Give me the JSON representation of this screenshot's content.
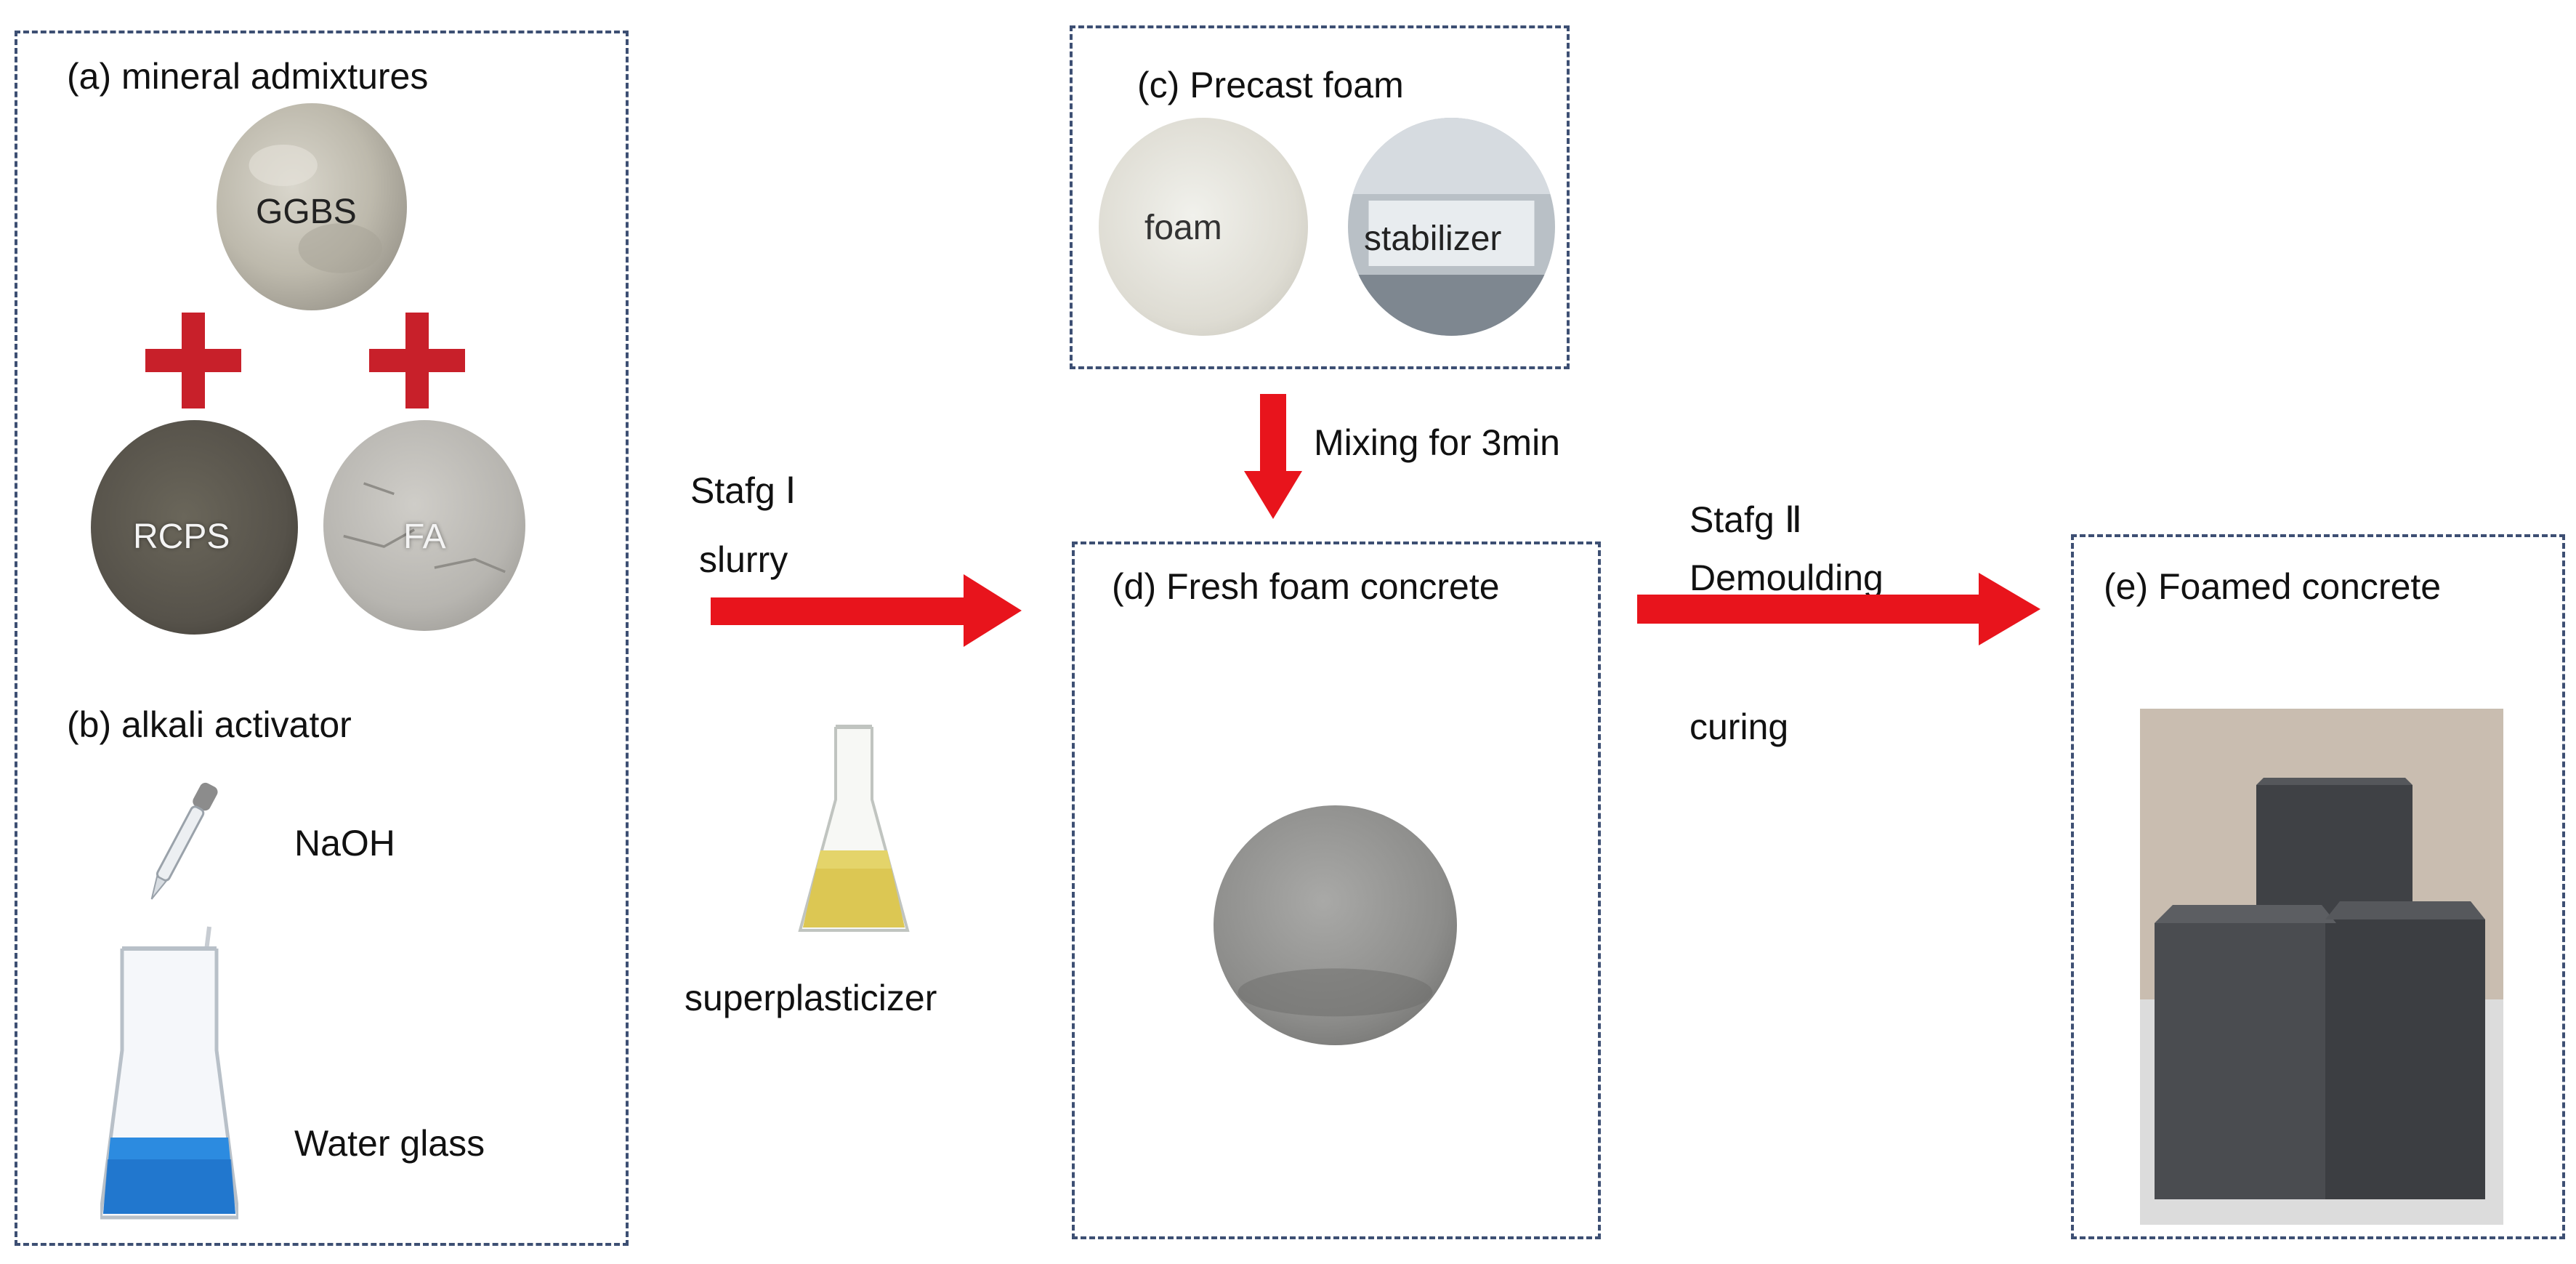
{
  "panels": {
    "a": {
      "title": "(a)  mineral admixtures",
      "ggbs": "GGBS",
      "rcps": "RCPS",
      "fa": "FA"
    },
    "b": {
      "title": "(b)  alkali activator",
      "naoh": "NaOH",
      "water_glass": "Water glass"
    },
    "c": {
      "title": "(c)  Precast foam",
      "foam": "foam",
      "stabilizer": "stabilizer"
    },
    "d": {
      "title": "(d)  Fresh foam concrete"
    },
    "e": {
      "title": "(e)  Foamed concrete"
    }
  },
  "flow": {
    "stage1_line1": "Stafg Ⅰ",
    "stage1_line2": "slurry",
    "superplasticizer": "superplasticizer",
    "mixing": "Mixing for 3min",
    "stage2_line1": "Stafg Ⅱ",
    "stage2_line2": "Demoulding",
    "curing": "curing"
  },
  "colors": {
    "border": "#3d4f73",
    "arrow": "#e8141c",
    "plus": "#c8202a"
  }
}
